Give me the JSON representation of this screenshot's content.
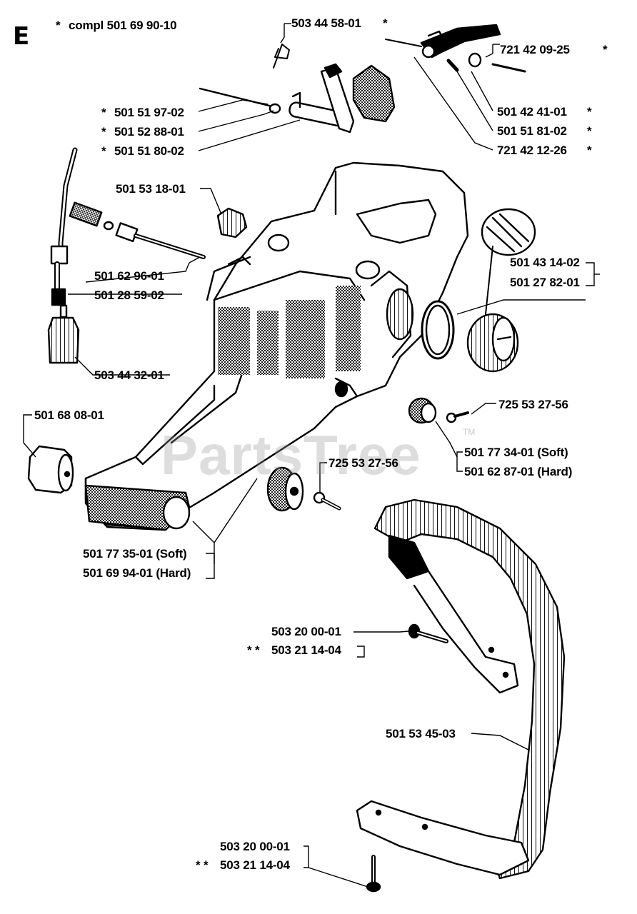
{
  "section": "E",
  "watermark": {
    "text": "PartsTree",
    "tm": "TM"
  },
  "labels": {
    "compl": "compl 501 69 90-10",
    "p503445801": "503 44 58-01",
    "p721420925": "721 42 09-25",
    "p501519702": "501 51 97-02",
    "p501528801": "501 52 88-01",
    "p501518002": "501 51 80-02",
    "p501424101": "501 42 41-01",
    "p501518102": "501 51 81-02",
    "p721421226": "721 42 12-26",
    "p501531801": "501 53 18-01",
    "p501629601": "501 62 96-01",
    "p501285902": "501 28 59-02",
    "p501431402": "501 43 14-02",
    "p501278201": "501 27 82-01",
    "p503443201": "503 44 32-01",
    "p725532756a": "725 53 27-56",
    "p501680801": "501 68 08-01",
    "p501773401": "501 77 34-01 (Soft)",
    "p501628701": "501 62 87-01 (Hard)",
    "p725532756b": "725 53 27-56",
    "p501773501": "501 77 35-01 (Soft)",
    "p501699401": "501 69 94-01 (Hard)",
    "p503200001a": "503 20 00-01",
    "p503211404a": "503 21 14-04",
    "p501534503": "501 53 45-03",
    "p503200001b": "503 20 00-01",
    "p503211404b": "503 21 14-04"
  },
  "marks": {
    "star": "*",
    "double_star": "* *"
  }
}
